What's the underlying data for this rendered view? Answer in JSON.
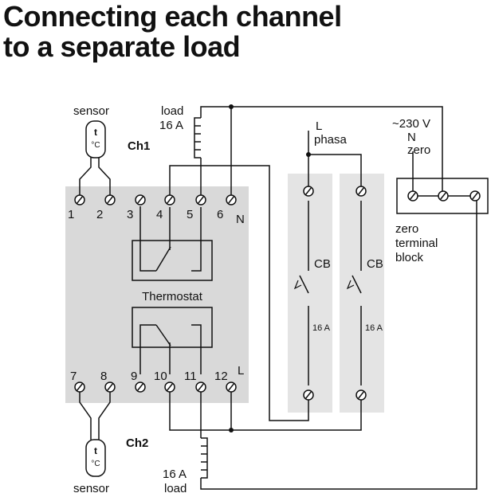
{
  "title": {
    "line1": "Connecting each channel",
    "line2": "to a separate load"
  },
  "sensor_top": {
    "label": "sensor",
    "glyph_t": "t",
    "glyph_c": "°C"
  },
  "sensor_bottom": {
    "label": "sensor",
    "glyph_t": "t",
    "glyph_c": "°C"
  },
  "channels": {
    "ch1": "Ch1",
    "ch2": "Ch2"
  },
  "load_top": {
    "line1": "load",
    "line2": "16 A"
  },
  "load_bottom": {
    "line1": "16 A",
    "line2": "load"
  },
  "thermostat": {
    "label": "Thermostat"
  },
  "terminals_top": [
    "1",
    "2",
    "3",
    "4",
    "5",
    "6"
  ],
  "terminal_top_n": "N",
  "terminals_bottom": [
    "7",
    "8",
    "9",
    "10",
    "11",
    "12"
  ],
  "terminal_bottom_l": "L",
  "supply": {
    "phase_letter": "L",
    "phase_label": "phasa",
    "voltage": "~230 V",
    "neutral_letter": "N",
    "neutral_label": "zero"
  },
  "breaker1": {
    "label": "CB",
    "rating": "16 A"
  },
  "breaker2": {
    "label": "CB",
    "rating": "16 A"
  },
  "zero_block": {
    "line1": "zero",
    "line2": "terminal",
    "line3": "block"
  }
}
